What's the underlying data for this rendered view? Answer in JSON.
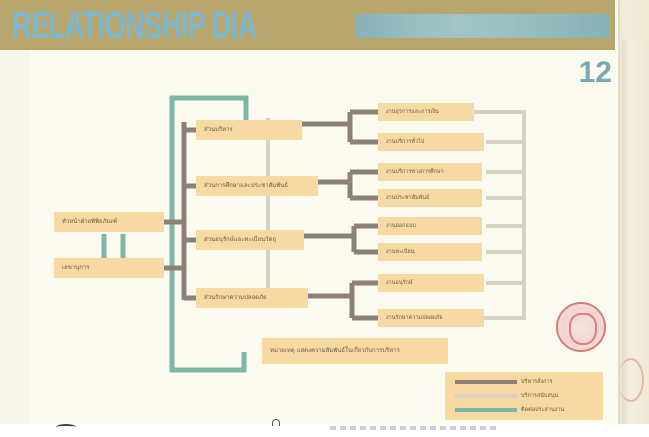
{
  "header": {
    "title": "RELATIONSHIP DIA",
    "page_number": "12"
  },
  "colors": {
    "header_bg": "#b7a66e",
    "title_blue": "#7eb6cc",
    "node_fill": "#f6d9a3",
    "line_dark": "#8c8174",
    "line_light": "#d6d1c4",
    "line_teal": "#7bb7a4"
  },
  "diagram": {
    "left": {
      "top": "หัวหน้าฝ่ายพิพิธภัณฑ์",
      "bottom": "เลขานุการ"
    },
    "middle": [
      "ส่วนบริหาร",
      "ส่วนการศึกษาและประชาสัมพันธ์",
      "ส่วนอนุรักษ์และทะเบียนวัตถุ",
      "ส่วนรักษาความปลอดภัย"
    ],
    "right": [
      "งานธุรการและการเงิน",
      "งานบริการทั่วไป",
      "งานบริการทางการศึกษา",
      "งานประชาสัมพันธ์",
      "งานออกแบบ",
      "งานทะเบียน",
      "งานอนุรักษ์",
      "งานรักษาความปลอดภัย"
    ],
    "note": "หมายเหตุ แสดงความสัมพันธ์ในเกี่ยวกับการบริหาร",
    "legend": [
      {
        "label": "บริหารสั่งการ",
        "color": "#8c8174"
      },
      {
        "label": "บริการสนับสนุน",
        "color": "#d6d1c4"
      },
      {
        "label": "ติดต่อประสานงาน",
        "color": "#7bb7a4"
      }
    ]
  }
}
